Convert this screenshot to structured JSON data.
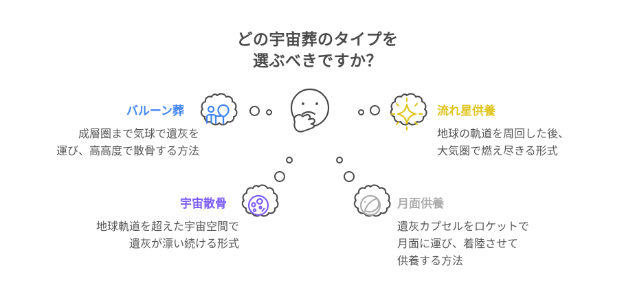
{
  "title": {
    "line1": "どの宇宙葬のタイプを",
    "line2": "選ぶべきですか？"
  },
  "colors": {
    "balloon": "#4285f4",
    "meteor": "#e0c520",
    "scatter": "#7c5cfa",
    "lunar": "#adadad",
    "outline": "#4a4a4a",
    "body_text": "#555555",
    "background": "#ffffff"
  },
  "center": {
    "icon": "thinking-face-icon"
  },
  "options": [
    {
      "id": "balloon",
      "label": "バルーン葬",
      "icon": "balloon-person-icon",
      "desc_lines": [
        "成層圏まで気球で遺灰を",
        "運び、高高度で散骨する方法"
      ]
    },
    {
      "id": "meteor",
      "label": "流れ星供養",
      "icon": "sparkle-star-icon",
      "desc_lines": [
        "地球の軌道を周回した後、",
        "大気圏で燃え尽きる形式"
      ]
    },
    {
      "id": "scatter",
      "label": "宇宙散骨",
      "icon": "crater-planet-icon",
      "desc_lines": [
        "地球軌道を超えた宇宙空間で",
        "遺灰が漂い続ける形式"
      ]
    },
    {
      "id": "lunar",
      "label": "月面供養",
      "icon": "moon-icon",
      "desc_lines": [
        "遺灰カプセルをロケットで",
        "月面に運び、着陸させて",
        "供養する方法"
      ]
    }
  ]
}
